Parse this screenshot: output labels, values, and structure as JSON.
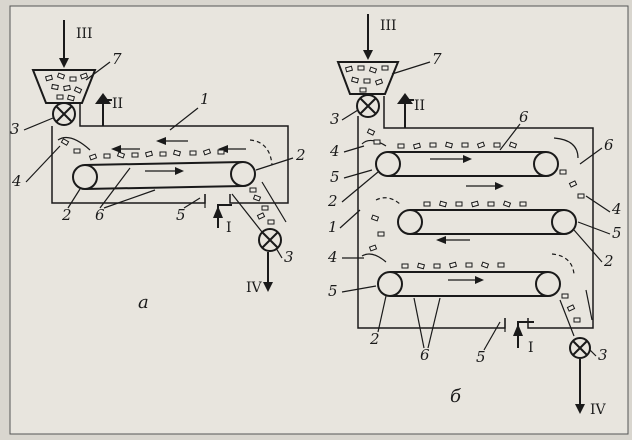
{
  "diagram_a": {
    "caption": "а",
    "stream_labels": {
      "feed": "III",
      "air_out": "II",
      "air_in": "I",
      "discharge": "IV"
    },
    "part_labels": {
      "chamber": "1",
      "drum_right": "2",
      "drum_left": "2",
      "feeder_top": "3",
      "feeder_bottom": "3",
      "distributor": "4",
      "grid": "5",
      "belt_a": "6",
      "hopper": "7"
    }
  },
  "diagram_b": {
    "caption": "б",
    "stream_labels": {
      "feed": "III",
      "air_out": "II",
      "air_in": "I",
      "discharge": "IV"
    },
    "part_labels": {
      "hopper": "7",
      "feeder_top": "3",
      "feeder_bottom": "3",
      "belt_top": "6",
      "belt_upper_right": "6",
      "belt_bottom": "6",
      "distributor_1": "4",
      "distributor_2": "4",
      "distributor_3": "4",
      "grid_1": "5",
      "grid_2": "5",
      "grid_3": "5",
      "grid_bottom": "5",
      "drum_1": "2",
      "drum_2": "2",
      "drum_3": "2",
      "chamber": "1"
    }
  }
}
